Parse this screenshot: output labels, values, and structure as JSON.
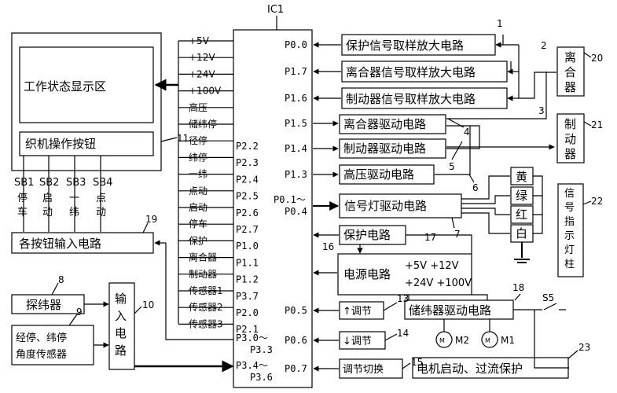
{
  "ic": {
    "label": "IC1"
  },
  "display": {
    "label": "工作状态显示区"
  },
  "panel": {
    "label": "织机操作按钮",
    "ref": "11"
  },
  "buttons": [
    {
      "code": "SB1",
      "text": "停车"
    },
    {
      "code": "SB2",
      "text": "启动"
    },
    {
      "code": "SB3",
      "text": "一纬"
    },
    {
      "code": "SB4",
      "text": "点动"
    }
  ],
  "button_input": {
    "label": "各按钮输入电路",
    "ref": "19"
  },
  "feeler": {
    "label": "探纬器",
    "ref": "8"
  },
  "angle_sensor": {
    "line1": "经停、纬停",
    "line2": "角度传感器",
    "ref": "9"
  },
  "input_circuit": {
    "label": "输入电路",
    "ref": "10"
  },
  "signals": [
    "+5V",
    "+12V",
    "+24V",
    "+100V",
    "高压",
    "储纬停",
    "径停",
    "纬停",
    "一纬",
    "点动",
    "启动",
    "停车",
    "保护",
    "离合器",
    "制动器",
    "传感器1",
    "传感器2",
    "传感器3"
  ],
  "left_pins": [
    "P2.2",
    "P2.3",
    "P2.4",
    "P2.5",
    "P2.6",
    "P2.7",
    "P1.0",
    "P1.1",
    "P1.2",
    "P3.7",
    "P2.0",
    "P2.1"
  ],
  "left_pins_bottom": {
    "p30a": "P3.0～",
    "p30b": "P3.3",
    "p34a": "P3.4～",
    "p34b": "P3.6"
  },
  "right_pins": {
    "p00": "P0.0",
    "p17": "P1.7",
    "p16": "P1.6",
    "p15": "P1.5",
    "p14": "P1.4",
    "p13": "P1.3",
    "p01a": "P0.1～",
    "p01b": "P0.4",
    "p05": "P0.5",
    "p06": "P0.6",
    "p07": "P0.7"
  },
  "blocks": {
    "protect_amp": {
      "label": "保护信号取样放大电路",
      "ref": "1"
    },
    "clutch_amp": {
      "label": "离合器信号取样放大电路",
      "ref": "2"
    },
    "brake_amp": {
      "label": "制动器信号取样放大电路",
      "ref": "3"
    },
    "clutch_drive": {
      "label": "离合器驱动电路",
      "ref": "4"
    },
    "brake_drive": {
      "label": "制动器驱动电路",
      "ref": "5"
    },
    "hv_drive": {
      "label": "高压驱动电路",
      "ref": "6"
    },
    "lamp_drive": {
      "label": "信号灯驱动电路",
      "ref": "7"
    },
    "protect": {
      "label": "保护电路",
      "ref": "17"
    },
    "power": {
      "label": "电源电路",
      "ref": "16",
      "v1": "+5V +12V",
      "v2": "+24V +100V"
    },
    "adj_up": {
      "label": "↑调节",
      "ref": "13"
    },
    "adj_down": {
      "label": "↓调节",
      "ref": "14"
    },
    "adj_switch": {
      "label": "调节切换",
      "ref": "15"
    },
    "storage_drive": {
      "label": "储纬器驱动电路",
      "ref": "18"
    },
    "motor_protect": {
      "label": "电机启动、过流保护",
      "ref": "23"
    }
  },
  "lamps": [
    "黄",
    "绿",
    "红",
    "白"
  ],
  "clutch": {
    "label": "离合器",
    "ref": "20"
  },
  "brake": {
    "label": "制动器",
    "ref": "21"
  },
  "lamp_post": {
    "label": "信号指示灯柱",
    "ref": "22"
  },
  "switch": {
    "label": "S5"
  },
  "motors": [
    {
      "label": "M2"
    },
    {
      "label": "M1"
    }
  ]
}
